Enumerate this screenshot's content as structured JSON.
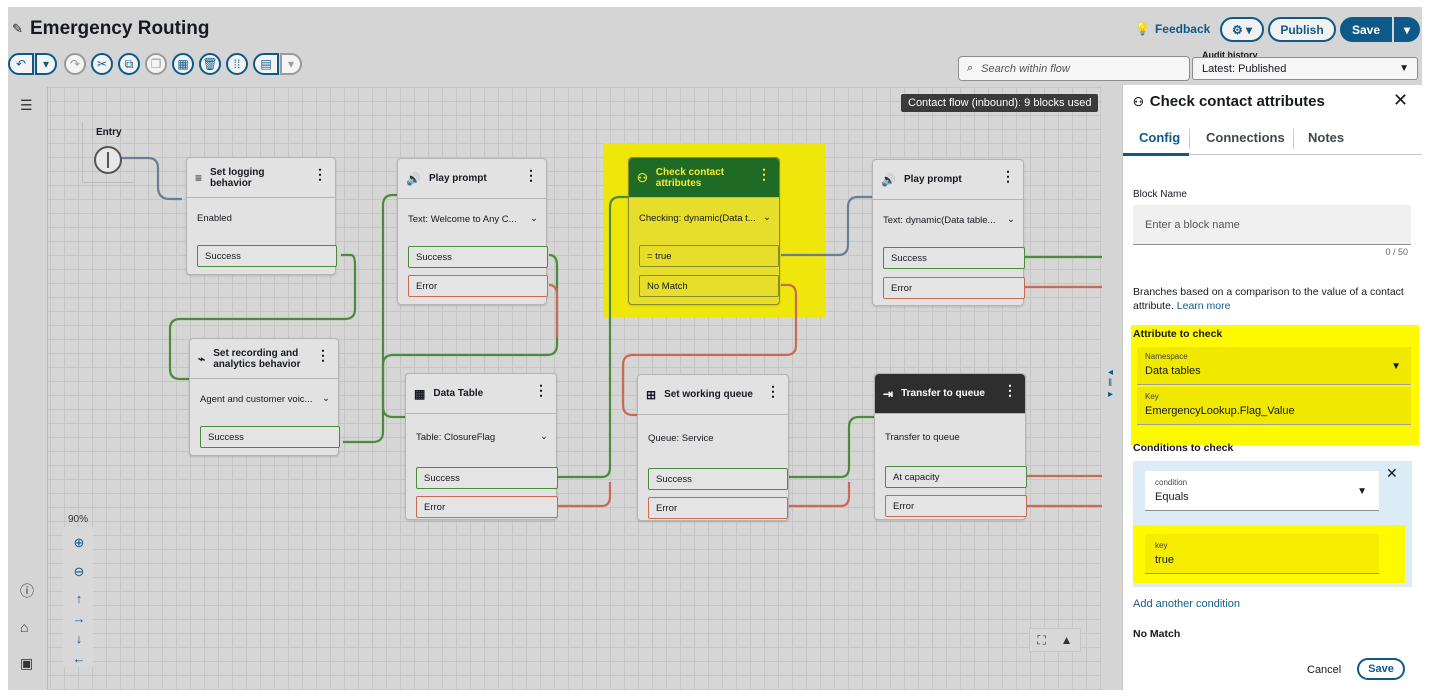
{
  "header": {
    "title": "Emergency Routing",
    "feedback_label": "Feedback",
    "settings_icon": "gear-icon",
    "publish_label": "Publish",
    "save_label": "Save"
  },
  "toolbar": {
    "search_placeholder": "Search within flow",
    "audit_label": "Audit history",
    "audit_value": "Latest: Published"
  },
  "canvas": {
    "flow_info": "Contact flow (inbound): 9 blocks used",
    "zoom": "90%",
    "entry_label": "Entry"
  },
  "blocks": {
    "logging": {
      "title": "Set logging behavior",
      "sub": "Enabled",
      "b1": "Success"
    },
    "recording": {
      "title": "Set recording and analytics behavior",
      "sub": "Agent and customer voic...",
      "b1": "Success"
    },
    "prompt1": {
      "title": "Play prompt",
      "sub": "Text: Welcome to Any C...",
      "b1": "Success",
      "b2": "Error"
    },
    "datatable": {
      "title": "Data Table",
      "sub": "Table: ClosureFlag",
      "b1": "Success",
      "b2": "Error"
    },
    "check": {
      "title": "Check contact attributes",
      "sub": "Checking: dynamic(Data t...",
      "b1": "= true",
      "b2": "No Match"
    },
    "queue": {
      "title": "Set working queue",
      "sub": "Queue: Service",
      "b1": "Success",
      "b2": "Error"
    },
    "prompt2": {
      "title": "Play prompt",
      "sub": "Text: dynamic(Data table...",
      "b1": "Success",
      "b2": "Error"
    },
    "transfer": {
      "title": "Transfer to queue",
      "sub": "Transfer to queue",
      "b1": "At capacity",
      "b2": "Error"
    }
  },
  "panel": {
    "title": "Check contact attributes",
    "tabs": [
      "Config",
      "Connections",
      "Notes"
    ],
    "block_name_label": "Block Name",
    "block_name_placeholder": "Enter a block name",
    "counter": "0 / 50",
    "description": "Branches based on a comparison to the value of a contact attribute.",
    "learn_more": "Learn more",
    "attribute_heading": "Attribute to check",
    "namespace_label": "Namespace",
    "namespace_value": "Data tables",
    "key_label": "Key",
    "key_value": "EmergencyLookup.Flag_Value",
    "conditions_heading": "Conditions to check",
    "condition_label": "condition",
    "condition_value": "Equals",
    "cond_key_label": "key",
    "cond_key_value": "true",
    "add_condition": "Add another condition",
    "no_match": "No Match",
    "cancel_label": "Cancel",
    "save_label": "Save"
  },
  "colors": {
    "accent": "#0d5a8a",
    "highlight": "#fffa00",
    "success_wire": "#4a8c3b",
    "error_wire": "#c96a52"
  }
}
